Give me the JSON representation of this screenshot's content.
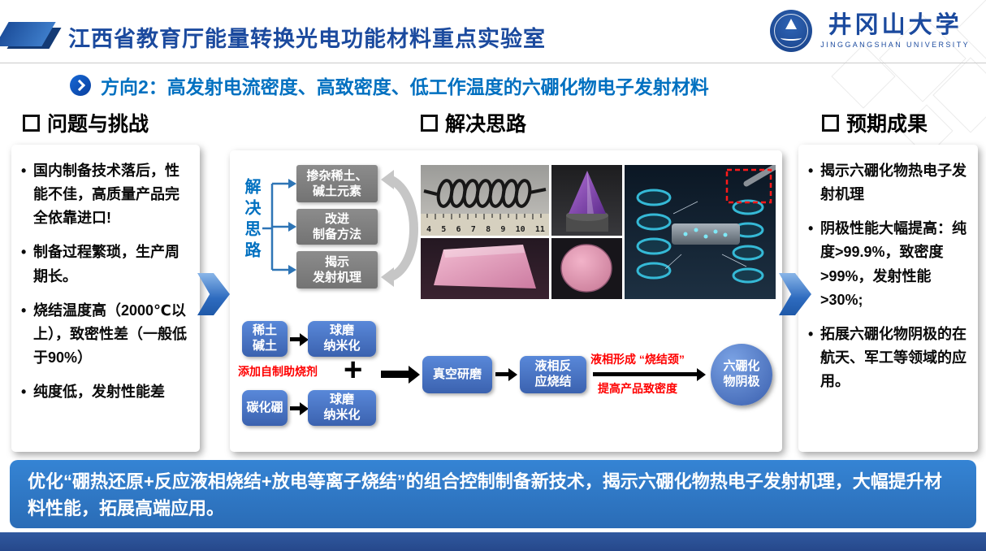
{
  "header": {
    "title": "江西省教育厅能量转换光电功能材料重点实验室",
    "logo_cn": "井冈山大学",
    "logo_en": "JINGGANGSHAN UNIVERSITY"
  },
  "direction": {
    "text": "方向2：高发射电流密度、高致密度、低工作温度的六硼化物电子发射材料"
  },
  "problems": {
    "title": "问题与挑战",
    "items": [
      "国内制备技术落后，性能不佳，高质量产品完全依靠进口!",
      "制备过程繁琐，生产周期长。",
      "烧结温度高（2000℃以上），致密性差（一般低于90%）",
      "纯度低，发射性能差"
    ]
  },
  "solution": {
    "title": "解决思路",
    "vertical_label": "解决思路",
    "strategies": [
      "掺杂稀土、\n碱土元素",
      "改进\n制备方法",
      "揭示\n发射机理"
    ],
    "ruler_numbers": [
      "4",
      "5",
      "6",
      "7",
      "8",
      "9",
      "10",
      "11"
    ],
    "flow": {
      "rare_earth": "稀土\n碱土",
      "ball_milling_top": "球磨\n纳米化",
      "additive_note": "添加自制助烧剂",
      "plus": "+",
      "boron_carbide": "碳化硼",
      "ball_milling_bottom": "球磨\n纳米化",
      "vacuum_grinding": "真空研磨",
      "liquid_phase_sintering": "液相反\n应烧结",
      "sintering_neck_note": "液相形成 “烧结颈”",
      "density_note": "提高产品致密度",
      "cathode_output": "六硼化\n物阴极"
    }
  },
  "results": {
    "title": "预期成果",
    "items": [
      "揭示六硼化物热电子发射机理",
      "阴极性能大幅提高：纯度>99.9%，致密度>99%，发射性能>30%;",
      "拓展六硼化物阴极的在航天、军工等领域的应用。"
    ]
  },
  "footer": {
    "text": "优化“硼热还原+反应液相烧结+放电等离子烧结”的组合控制制备新技术，揭示六硼化物热电子发射机理，大幅提升材料性能，拓展高端应用。"
  },
  "colors": {
    "title_blue": "#1b4a9e",
    "accent_blue": "#0070c0",
    "flow_box_blue": "#4472c4",
    "strategy_box_gray": "#808080",
    "footer_bar_blue": "#2e75b6",
    "bottom_strip_blue": "#2f5597",
    "note_red": "#fe0000"
  }
}
